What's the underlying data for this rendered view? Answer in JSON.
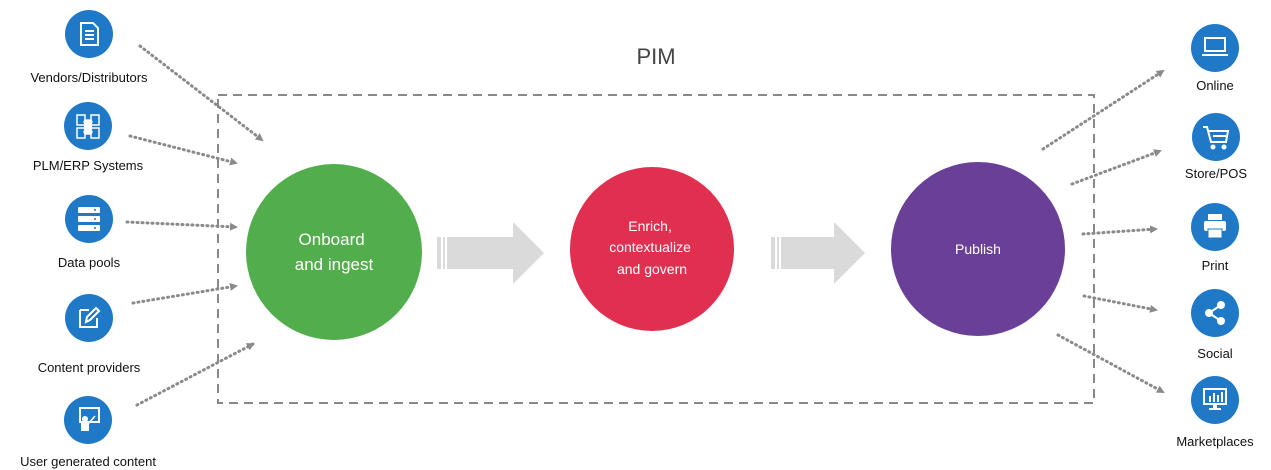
{
  "diagram": {
    "title": "PIM",
    "colors": {
      "icon_blue": "#1F79C6",
      "onboard_green": "#52AE4C",
      "enrich_red": "#E12F4F",
      "publish_purple": "#6A3F97",
      "connector_gray": "#8A8A8A",
      "frame_gray": "#888888",
      "flow_arrow_gray": "#DADADA"
    },
    "sources": [
      {
        "label": "Vendors/Distributors",
        "icon": "document-icon"
      },
      {
        "label": "PLM/ERP Systems",
        "icon": "database-documents-icon"
      },
      {
        "label": "Data pools",
        "icon": "server-icon"
      },
      {
        "label": "Content providers",
        "icon": "edit-icon"
      },
      {
        "label": "User generated content",
        "icon": "presenter-icon"
      }
    ],
    "stages": [
      {
        "lines": [
          "Onboard",
          "and ingest"
        ]
      },
      {
        "lines": [
          "Enrich,",
          "contextualize",
          "and govern"
        ]
      },
      {
        "lines": [
          "Publish"
        ]
      }
    ],
    "outputs": [
      {
        "label": "Online",
        "icon": "laptop-icon"
      },
      {
        "label": "Store/POS",
        "icon": "shopping-cart-icon"
      },
      {
        "label": "Print",
        "icon": "printer-icon"
      },
      {
        "label": "Social",
        "icon": "share-icon"
      },
      {
        "label": "Marketplaces",
        "icon": "monitor-chart-icon"
      }
    ]
  }
}
